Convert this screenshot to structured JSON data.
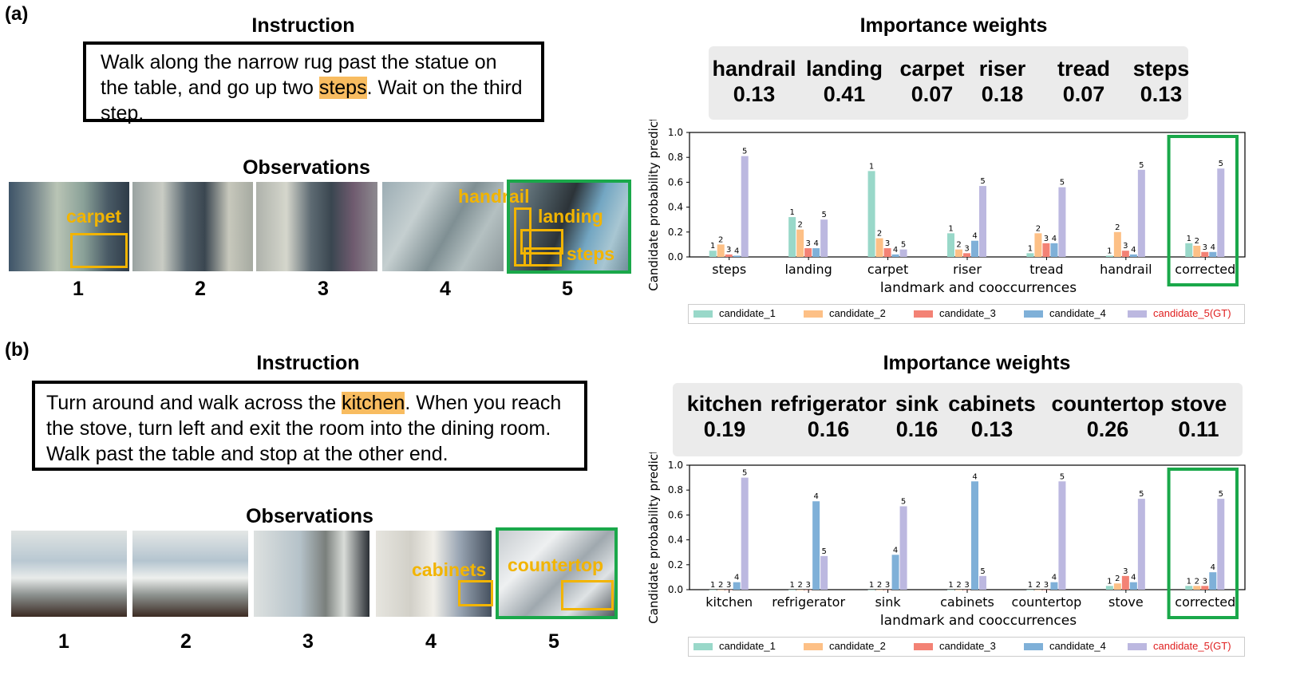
{
  "panels": [
    {
      "label": "(a)",
      "instruction_title": "Instruction",
      "instruction": {
        "before": "Walk along the narrow rug past the statue on the table, and go up two ",
        "highlight": "steps",
        "after": ". Wait on the third step."
      },
      "observations_title": "Observations",
      "observation_numbers": [
        "1",
        "2",
        "3",
        "4",
        "5"
      ],
      "observation_labels": [
        "carpet",
        "handrail",
        "landing",
        "steps"
      ],
      "weights_title": "Importance weights",
      "weights": [
        {
          "word": "handrail",
          "value": "0.13"
        },
        {
          "word": "landing",
          "value": "0.41"
        },
        {
          "word": "carpet",
          "value": "0.07"
        },
        {
          "word": "riser",
          "value": "0.18"
        },
        {
          "word": "tread",
          "value": "0.07"
        },
        {
          "word": "steps",
          "value": "0.13"
        }
      ]
    },
    {
      "label": "(b)",
      "instruction_title": "Instruction",
      "instruction": {
        "before": "Turn around and walk across the ",
        "highlight": "kitchen",
        "after": ". When you reach the stove, turn left and exit the room into the dining room. Walk past the table and stop at the other end."
      },
      "observations_title": "Observations",
      "observation_numbers": [
        "1",
        "2",
        "3",
        "4",
        "5"
      ],
      "observation_labels": [
        "cabinets",
        "countertop"
      ],
      "weights_title": "Importance weights",
      "weights": [
        {
          "word": "kitchen",
          "value": "0.19"
        },
        {
          "word": "refrigerator",
          "value": "0.16"
        },
        {
          "word": "sink",
          "value": "0.16"
        },
        {
          "word": "cabinets",
          "value": "0.13"
        },
        {
          "word": "countertop",
          "value": "0.26"
        },
        {
          "word": "stove",
          "value": "0.11"
        }
      ]
    }
  ],
  "colors": {
    "candidate_1": "#99d8c9",
    "candidate_2": "#fdc086",
    "candidate_3": "#f38275",
    "candidate_4": "#7fb0d8",
    "candidate_5": "#bcb8e0",
    "gt_label": "#e02020",
    "highlight": "#f8bc60",
    "box": "#f2b400",
    "green": "#1aa84a"
  },
  "chart_data": [
    {
      "type": "bar",
      "xlabel": "landmark and cooccurrences",
      "ylabel": "Candidate probability prediction",
      "ylim": [
        0,
        1.0
      ],
      "yticks": [
        "0.0",
        "0.2",
        "0.4",
        "0.6",
        "0.8",
        "1.0"
      ],
      "categories": [
        "steps",
        "landing",
        "carpet",
        "riser",
        "tread",
        "handrail",
        "corrected"
      ],
      "bar_labels": [
        "1",
        "2",
        "3",
        "4",
        "5"
      ],
      "series": [
        {
          "name": "candidate_1",
          "values": [
            0.05,
            0.32,
            0.69,
            0.19,
            0.03,
            0.01,
            0.11
          ]
        },
        {
          "name": "candidate_2",
          "values": [
            0.1,
            0.22,
            0.15,
            0.06,
            0.19,
            0.2,
            0.09
          ]
        },
        {
          "name": "candidate_3",
          "values": [
            0.02,
            0.07,
            0.07,
            0.03,
            0.11,
            0.05,
            0.04
          ]
        },
        {
          "name": "candidate_4",
          "values": [
            0.01,
            0.07,
            0.02,
            0.13,
            0.11,
            0.02,
            0.04
          ]
        },
        {
          "name": "candidate_5(GT)",
          "values": [
            0.81,
            0.3,
            0.06,
            0.57,
            0.56,
            0.7,
            0.71
          ]
        }
      ],
      "legend": "bottom"
    },
    {
      "type": "bar",
      "xlabel": "landmark and cooccurrences",
      "ylabel": "Candidate probability prediction",
      "ylim": [
        0,
        1.0
      ],
      "yticks": [
        "0.0",
        "0.2",
        "0.4",
        "0.6",
        "0.8",
        "1.0"
      ],
      "categories": [
        "kitchen",
        "refrigerator",
        "sink",
        "cabinets",
        "countertop",
        "stove",
        "corrected"
      ],
      "bar_labels": [
        "1",
        "2",
        "3",
        "4",
        "5"
      ],
      "series": [
        {
          "name": "candidate_1",
          "values": [
            0.0,
            0.0,
            0.0,
            0.0,
            0.0,
            0.03,
            0.03
          ]
        },
        {
          "name": "candidate_2",
          "values": [
            0.0,
            0.0,
            0.0,
            0.0,
            0.0,
            0.05,
            0.03
          ]
        },
        {
          "name": "candidate_3",
          "values": [
            0.0,
            0.0,
            0.0,
            0.0,
            0.0,
            0.11,
            0.03
          ]
        },
        {
          "name": "candidate_4",
          "values": [
            0.06,
            0.71,
            0.28,
            0.87,
            0.06,
            0.06,
            0.14
          ]
        },
        {
          "name": "candidate_5(GT)",
          "values": [
            0.9,
            0.27,
            0.67,
            0.11,
            0.87,
            0.73,
            0.73
          ]
        }
      ],
      "legend": "bottom"
    }
  ]
}
